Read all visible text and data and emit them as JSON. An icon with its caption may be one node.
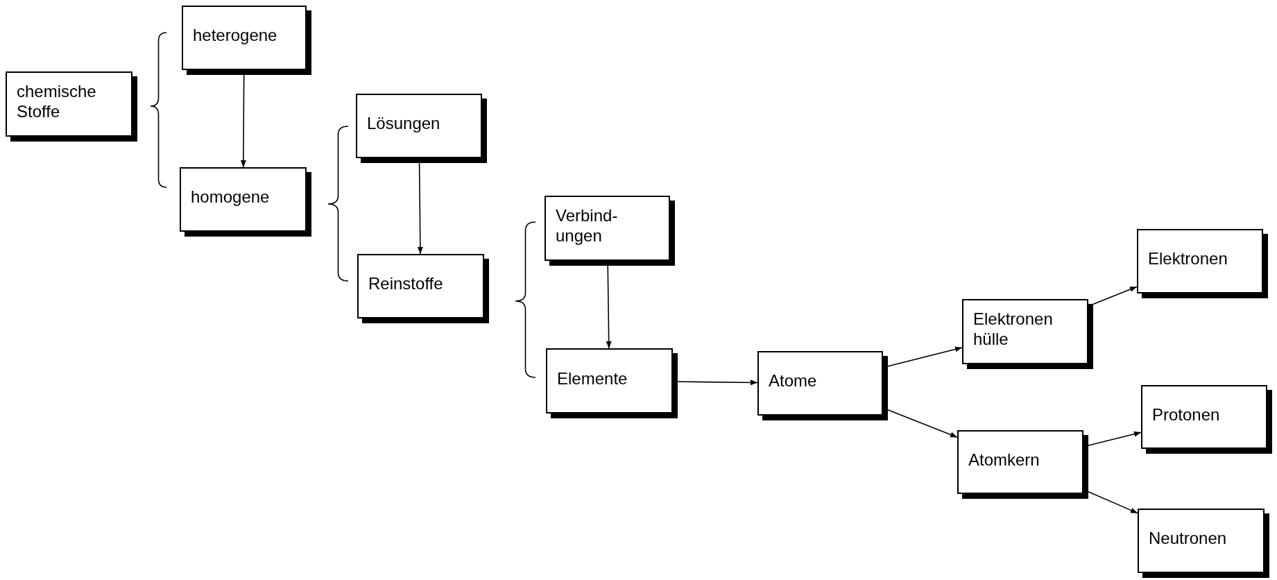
{
  "diagram": {
    "nodes": [
      {
        "text": [
          "chemische Stoffe"
        ]
      },
      {
        "text": [
          "heterogene"
        ]
      },
      {
        "text": [
          "homogene"
        ]
      },
      {
        "text": [
          "Lösungen"
        ]
      },
      {
        "text": [
          "Reinstoffe"
        ]
      },
      {
        "text": [
          "Verbind- ungen"
        ]
      },
      {
        "text": [
          "Elemente"
        ]
      },
      {
        "text": [
          "Atome"
        ]
      },
      {
        "text": [
          "Elektronen hülle"
        ]
      },
      {
        "text": [
          "Atomkern"
        ]
      },
      {
        "text": [
          "Elektronen"
        ]
      },
      {
        "text": [
          "Protonen"
        ]
      },
      {
        "text": [
          "Neutronen"
        ]
      }
    ],
    "edges": [
      {
        "from": 1,
        "to": 2,
        "arrow": "to"
      },
      {
        "from": 3,
        "to": 4,
        "arrow": "to"
      },
      {
        "from": 5,
        "to": 6,
        "arrow": "to"
      },
      {
        "from": 6,
        "to": 7,
        "arrow": "to"
      },
      {
        "from": 7,
        "to": 8,
        "arrow": "to"
      },
      {
        "from": 7,
        "to": 9,
        "arrow": "to"
      },
      {
        "from": 8,
        "to": 10,
        "arrow": "to"
      },
      {
        "from": 9,
        "to": 11,
        "arrow": "to"
      },
      {
        "from": 9,
        "to": 12,
        "arrow": "to"
      }
    ]
  }
}
